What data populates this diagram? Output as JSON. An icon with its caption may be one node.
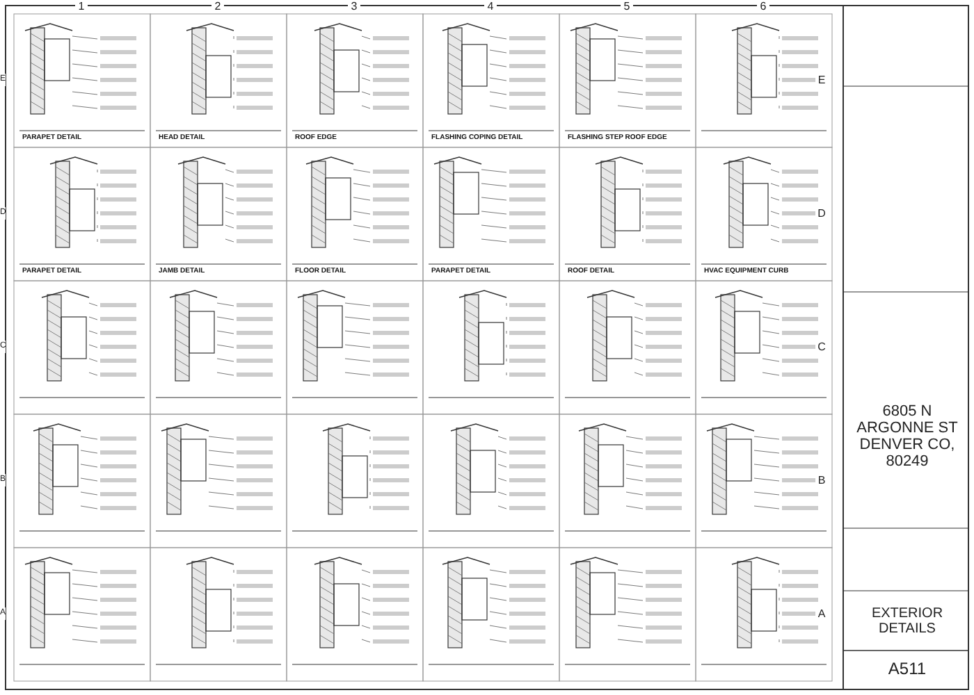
{
  "diagram": {
    "title": "EXTERIOR DETAILS",
    "labels": [
      "1",
      "2",
      "3",
      "4",
      "5",
      "6",
      "E",
      "D",
      "C",
      "B",
      "A",
      "E",
      "D",
      "C",
      "B",
      "A",
      "PARAPET DETAIL",
      "HEAD DETAIL",
      "ROOF EDGE",
      "FLASHING COPING DETAIL",
      "FLASHING STEP ROOF EDGE",
      "PARAPET DETAIL",
      "JAMB DETAIL",
      "FLOOR DETAIL",
      "PARAPET DETAIL",
      "ROOF DETAIL",
      "HVAC EQUIPMENT CURB",
      "6805 N ARGONNE ST DENVER CO, 80249",
      "A511"
    ]
  }
}
